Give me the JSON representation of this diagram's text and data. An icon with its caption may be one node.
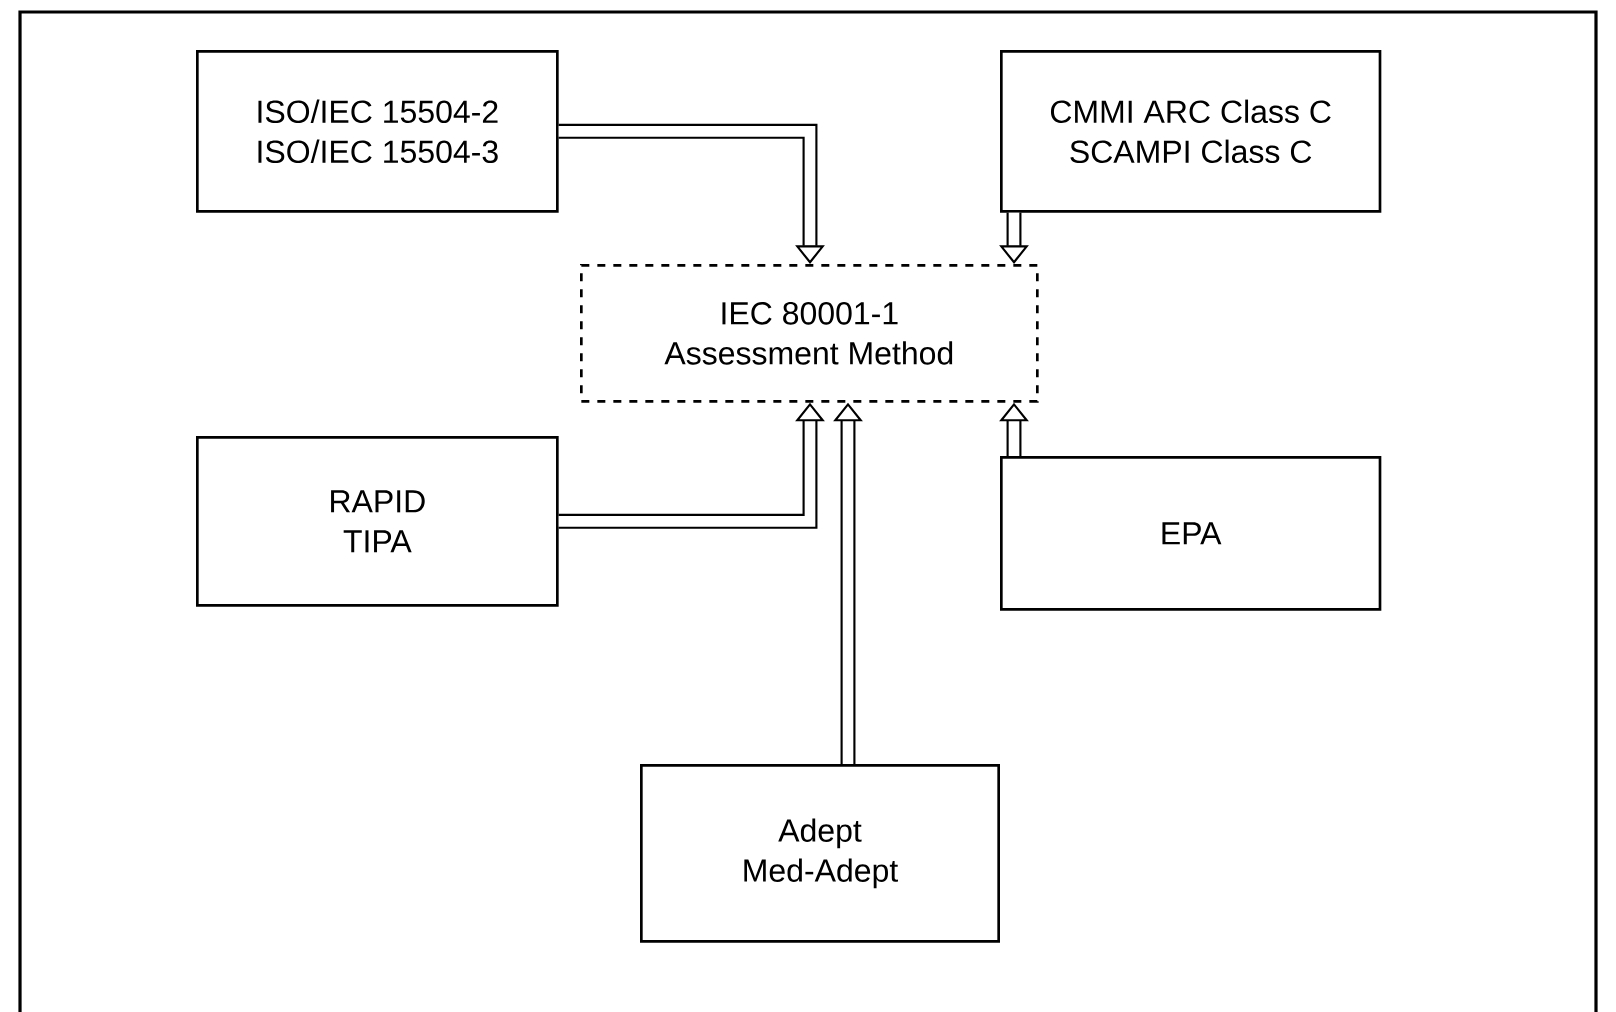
{
  "diagram": {
    "nodes": [
      {
        "text": [
          "ISO/IEC 15504-2",
          "ISO/IEC 15504-3"
        ]
      },
      {
        "text": [
          "CMMI ARC Class C",
          "SCAMPI Class  C"
        ]
      },
      {
        "text": [
          "IEC 80001-1",
          "Assessment Method"
        ]
      },
      {
        "text": [
          "RAPID",
          "TIPA"
        ]
      },
      {
        "text": [
          "EPA"
        ]
      },
      {
        "text": [
          "Adept",
          "Med-Adept"
        ]
      }
    ],
    "edges": [
      {
        "from": 0,
        "to": 2,
        "arrow": "to"
      },
      {
        "from": 1,
        "to": 2,
        "arrow": "to"
      },
      {
        "from": 3,
        "to": 2,
        "arrow": "to"
      },
      {
        "from": 4,
        "to": 2,
        "arrow": "to"
      },
      {
        "from": 5,
        "to": 2,
        "arrow": "to"
      }
    ]
  }
}
